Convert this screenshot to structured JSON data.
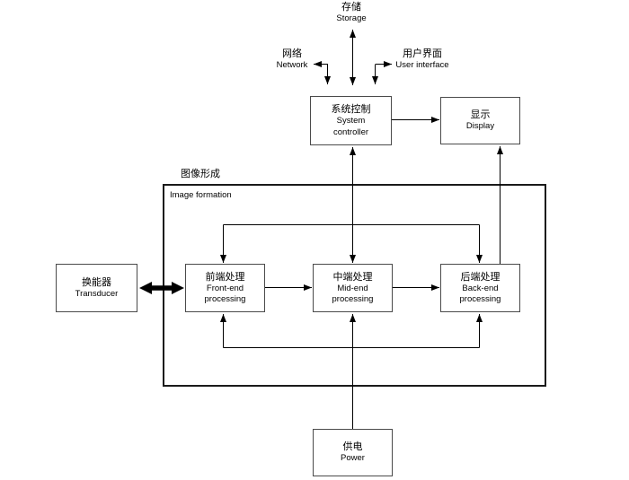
{
  "diagram": {
    "nodes": {
      "storage": {
        "zh": "存储",
        "en": "Storage"
      },
      "network": {
        "zh": "网络",
        "en": "Network"
      },
      "user_interface": {
        "zh": "用户界面",
        "en": "User interface"
      },
      "system_controller": {
        "zh": "系统控制",
        "en1": "System",
        "en2": "controller"
      },
      "display": {
        "zh": "显示",
        "en": "Display"
      },
      "image_formation": {
        "zh": "图像形成",
        "en": "Image formation"
      },
      "transducer": {
        "zh": "换能器",
        "en": "Transducer"
      },
      "front_end": {
        "zh": "前端处理",
        "en1": "Front-end",
        "en2": "processing"
      },
      "mid_end": {
        "zh": "中端处理",
        "en1": "Mid-end",
        "en2": "processing"
      },
      "back_end": {
        "zh": "后端处理",
        "en1": "Back-end",
        "en2": "processing"
      },
      "power": {
        "zh": "供电",
        "en": "Power"
      }
    },
    "colors": {
      "line": "#000000",
      "box_border": "#4a4a4a",
      "container_border": "#1a1a1a",
      "background": "#ffffff"
    }
  }
}
